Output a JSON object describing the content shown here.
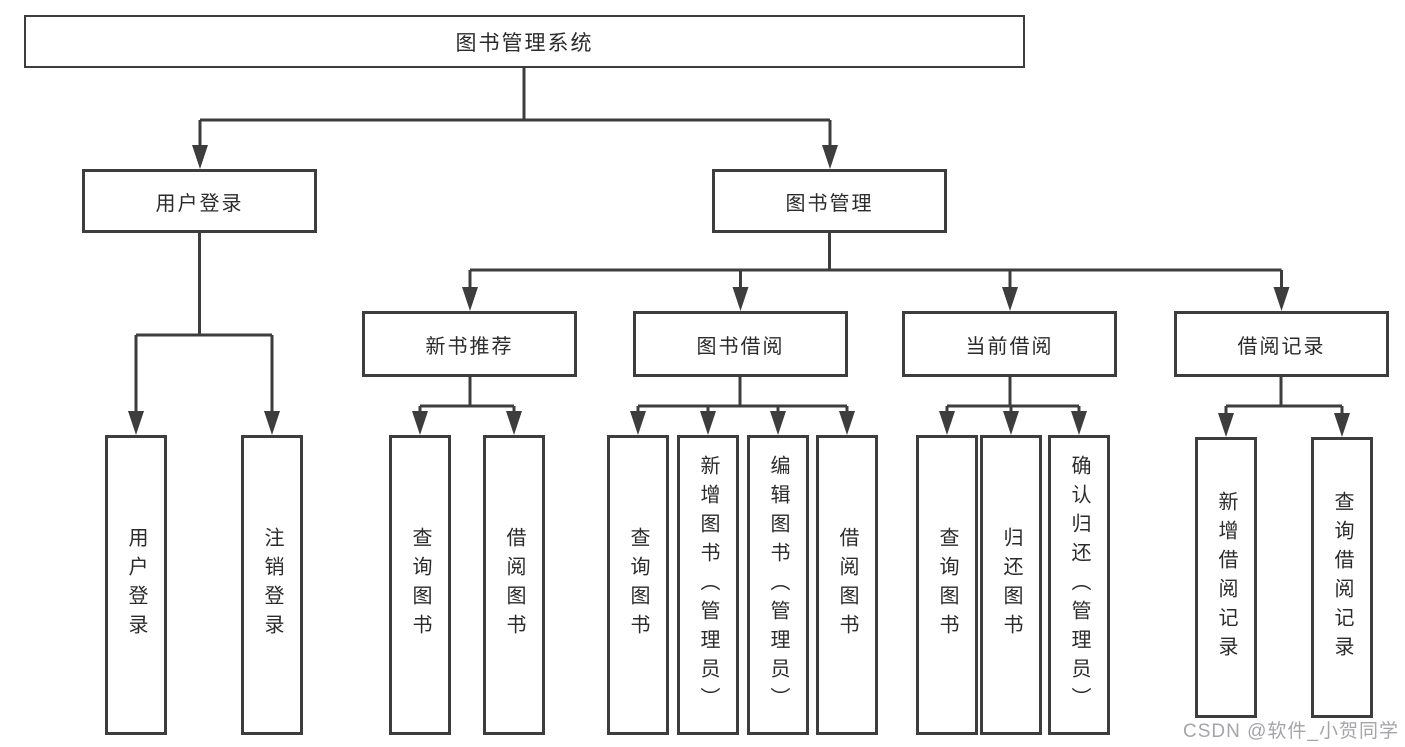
{
  "tree": {
    "label": "图书管理系统",
    "children": [
      {
        "label": "用户登录",
        "children": [
          {
            "label": "用户登录"
          },
          {
            "label": "注销登录"
          }
        ]
      },
      {
        "label": "图书管理",
        "children": [
          {
            "label": "新书推荐",
            "children": [
              {
                "label": "查询图书"
              },
              {
                "label": "借阅图书"
              }
            ]
          },
          {
            "label": "图书借阅",
            "children": [
              {
                "label": "查询图书"
              },
              {
                "label": "新增图书（管理员）"
              },
              {
                "label": "编辑图书（管理员）"
              },
              {
                "label": "借阅图书"
              }
            ]
          },
          {
            "label": "当前借阅",
            "children": [
              {
                "label": "查询图书"
              },
              {
                "label": "归还图书"
              },
              {
                "label": "确认归还（管理员）"
              }
            ]
          },
          {
            "label": "借阅记录",
            "children": [
              {
                "label": "新增借阅记录"
              },
              {
                "label": "查询借阅记录"
              }
            ]
          }
        ]
      }
    ]
  },
  "watermark": {
    "text": "CSDN @软件_小贺同学"
  },
  "colors": {
    "line": "#3d3d3d",
    "text": "#2b2b2b",
    "box_background": "#ffffff",
    "watermark_text": "#a5a5a9"
  }
}
